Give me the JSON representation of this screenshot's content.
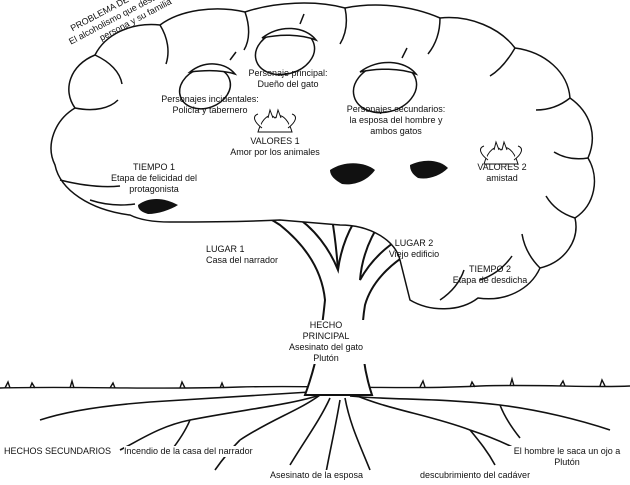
{
  "colors": {
    "ink": "#111111",
    "background": "#ffffff"
  },
  "problem": {
    "line1": "PROBLEMA DE LA HISTORIA",
    "line2": "El alcoholismo que destruye a una",
    "line3": "persona y su familia"
  },
  "main_character": {
    "line1": "Personaje principal:",
    "line2": "Dueño del gato"
  },
  "incidental_characters": {
    "line1": "Personajes incidentales:",
    "line2": "Policía y tabernero"
  },
  "secondary_characters": {
    "line1": "Personajes secundarios:",
    "line2": "la esposa del hombre y",
    "line3": "ambos gatos"
  },
  "values1": {
    "line1": "VALORES 1",
    "line2": "Amor por los animales"
  },
  "values2": {
    "line1": "VALORES 2",
    "line2": "amistad"
  },
  "time1": {
    "line1": "TIEMPO 1",
    "line2": "Etapa de felicidad del",
    "line3": "protagonista"
  },
  "time2": {
    "line1": "TIEMPO 2",
    "line2": "Etapa de desdicha"
  },
  "place1": {
    "line1": "LUGAR 1",
    "line2": "Casa del narrador"
  },
  "place2": {
    "line1": "LUGAR 2",
    "line2": "Viejo edificio"
  },
  "main_event": {
    "line1": "HECHO",
    "line2": "PRINCIPAL",
    "line3": "Asesinato del gato",
    "line4": "Plutón"
  },
  "secondary_events": {
    "title": "HECHOS SECUNDARIOS",
    "event1": "Incendio de la casa del narrador",
    "event2": "Asesinato de la esposa",
    "event3": "descubrimiento del cadáver",
    "event4_line1": "El hombre le saca un ojo a",
    "event4_line2": "Plutón"
  },
  "icons": {
    "fruit": "mango-fruit-icon",
    "flower": "lotus-flower-icon"
  }
}
